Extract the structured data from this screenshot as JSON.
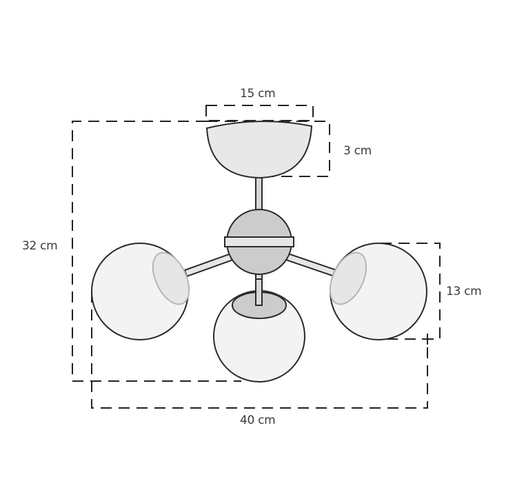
{
  "diagram": {
    "subject": "three-globe ceiling lamp dimension drawing",
    "dimensions": {
      "canopy_width": "15 cm",
      "canopy_height": "3 cm",
      "total_height": "32 cm",
      "globe_diameter": "13 cm",
      "total_width": "40 cm"
    },
    "colors": {
      "canopy_fill": "#e8e8e8",
      "hub_fill": "#cccccc",
      "globe_fill": "#f3f3f3",
      "line": "#2a2a2a",
      "text": "#3a3a3a"
    }
  }
}
